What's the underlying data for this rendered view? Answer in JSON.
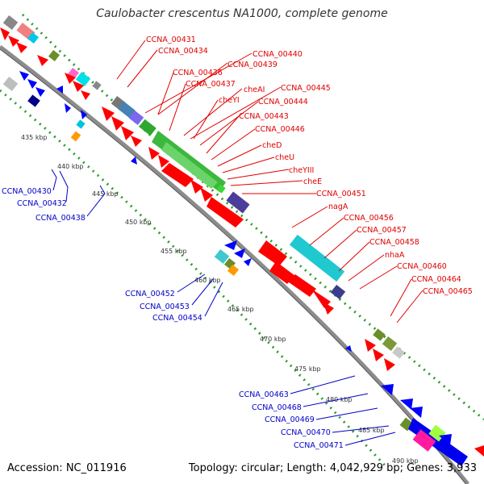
{
  "title": "Caulobacter crescentus NA1000, complete genome",
  "footer": {
    "accession": "Accession: NC_011916",
    "summary": "Topology: circular; Length: 4,042,929 bp; Genes: 3,933"
  },
  "colors": {
    "backbone": "#8c8c8c",
    "forward_genes": "#ff0000",
    "reverse_genes": "#0000ff",
    "forward_labels": "#e00000",
    "reverse_labels": "#0000c8",
    "dotted_track": "#2a9a2a"
  },
  "ticks": [
    "435 kbp",
    "440 kbp",
    "445 kbp",
    "450 kbp",
    "455 kbp",
    "460 kbp",
    "465 kbp",
    "470 kbp",
    "475 kbp",
    "480 kbp",
    "485 kbp",
    "490 kbp"
  ],
  "forward_labels": [
    "CCNA_00431",
    "CCNA_00434",
    "CCNA_00440",
    "CCNA_00439",
    "CCNA_00436",
    "CCNA_00437",
    "cheAI",
    "CCNA_00445",
    "cheYI",
    "CCNA_00444",
    "CCNA_00443",
    "CCNA_00446",
    "cheD",
    "cheU",
    "cheYIII",
    "cheE",
    "CCNA_00451",
    "nagA",
    "CCNA_00456",
    "CCNA_00457",
    "CCNA_00458",
    "nhaA",
    "CCNA_00460",
    "CCNA_00464",
    "CCNA_00465"
  ],
  "reverse_labels": [
    "CCNA_00430",
    "CCNA_00432",
    "CCNA_00438",
    "CCNA_00452",
    "CCNA_00453",
    "CCNA_00454",
    "CCNA_00463",
    "CCNA_00468",
    "CCNA_00469",
    "CCNA_00470",
    "CCNA_00471"
  ]
}
